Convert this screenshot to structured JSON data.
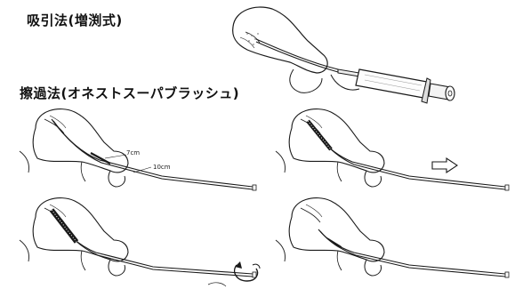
{
  "headings": {
    "suction_method": "吸引法(増渕式)",
    "brush_method": "擦過法(オネストスーパブラッシュ)"
  },
  "annotations": {
    "length_7cm": "7cm",
    "length_10cm": "10cm"
  },
  "icons": {
    "push_direction": "arrow-right-icon",
    "rotation": "rotate-arrow-icon"
  },
  "colors": {
    "line": "#1a1a1a",
    "background": "#ffffff"
  }
}
